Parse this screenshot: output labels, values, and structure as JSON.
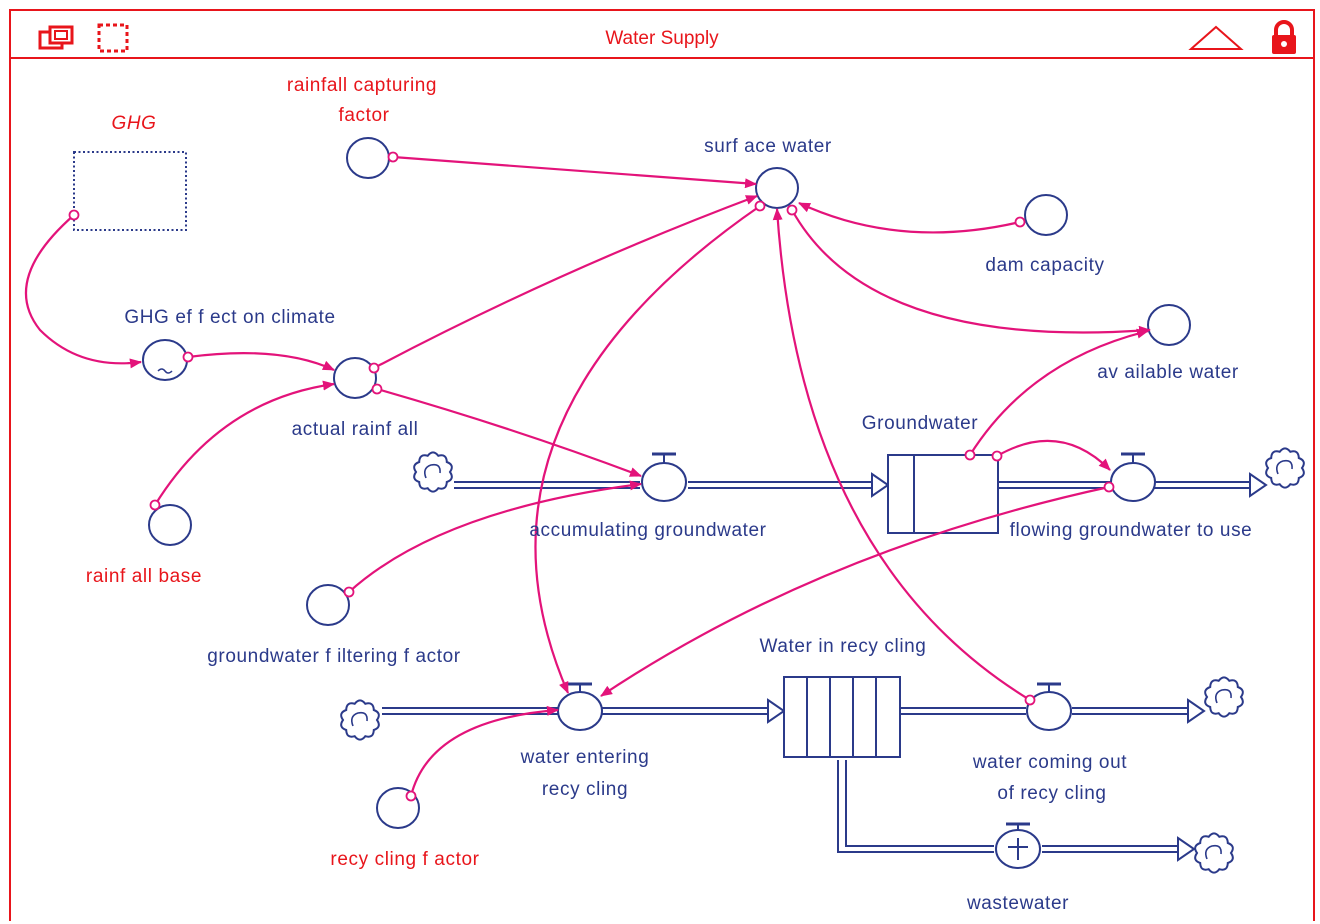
{
  "window": {
    "title": "Water Supply",
    "icons": [
      "window-stack-icon",
      "dotted-select-icon",
      "triangle-up-icon",
      "lock-icon"
    ]
  },
  "diagram": {
    "shadow_variable": "GHG",
    "auxiliaries": {
      "rainfall_capturing_factor": [
        "rainfall capturing",
        "factor"
      ],
      "surface_water": "surf ace water",
      "dam_capacity": "dam capacity",
      "available_water": "av ailable water",
      "ghg_effect_on_climate": "GHG ef f ect on climate",
      "actual_rainfall": "actual rainf all",
      "rainfall_base": "rainf all base",
      "groundwater_filtering_factor": "groundwater f iltering f actor",
      "recycling_factor": "recy cling f actor"
    },
    "stocks": {
      "groundwater": "Groundwater",
      "water_in_recycling": "Water in recy cling"
    },
    "flows": {
      "accumulating_groundwater": "accumulating groundwater",
      "flowing_groundwater_to_use": "flowing groundwater to use",
      "water_entering_recycling": [
        "water entering",
        "recy cling"
      ],
      "water_coming_out_of_recycling": [
        "water coming out",
        "of recy cling"
      ],
      "wastewater": "wastewater"
    }
  },
  "colors": {
    "frame": "#e8151b",
    "blue_label": "#2b3a8a",
    "red_label": "#e8151b",
    "link": "#e3137a"
  }
}
